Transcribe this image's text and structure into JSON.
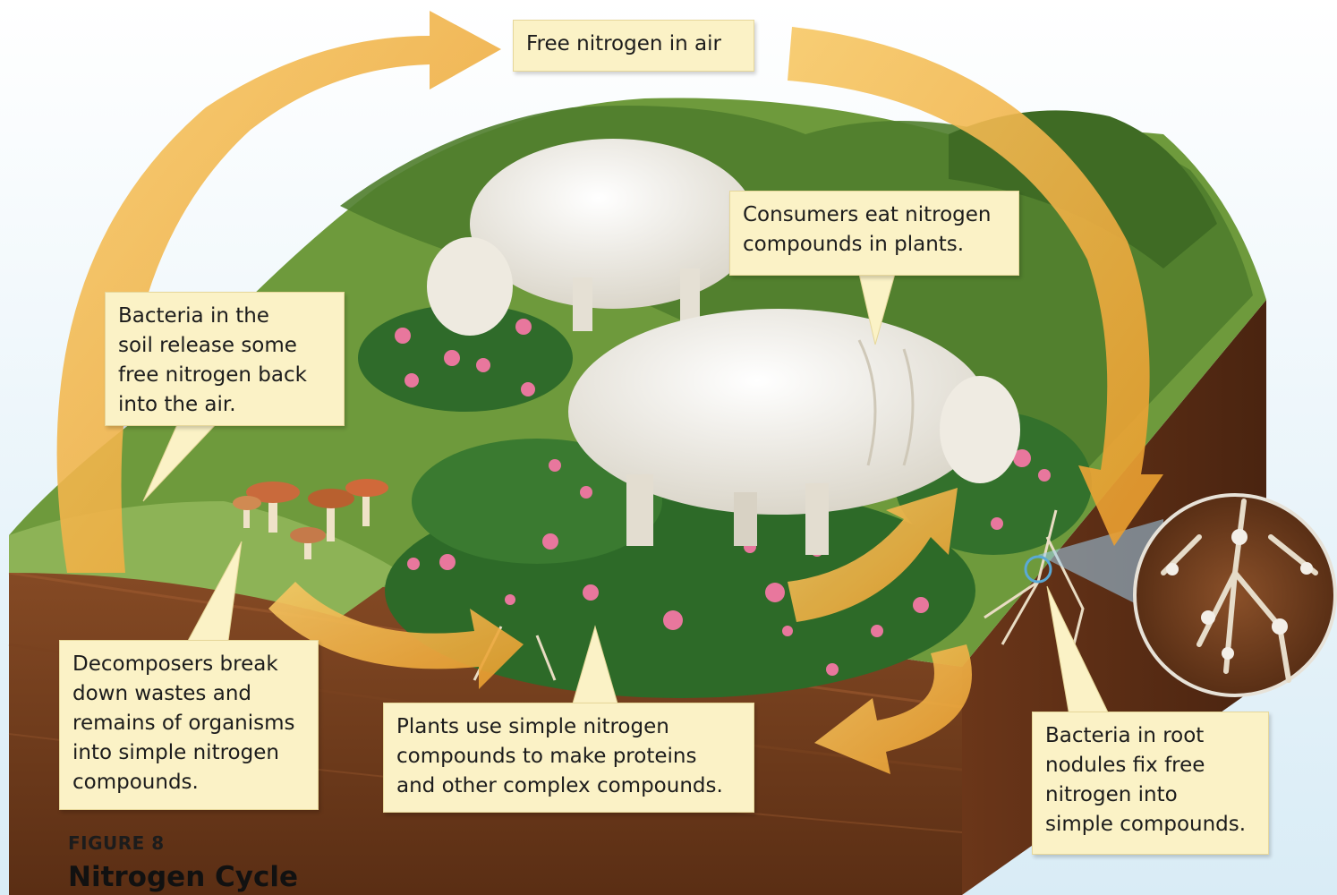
{
  "callouts": {
    "free_nitrogen": "Free nitrogen in air",
    "consumers": "Consumers eat nitrogen\ncompounds in plants.",
    "bacteria_soil": "Bacteria in the\nsoil release some\nfree nitrogen back\ninto the air.",
    "decomposers": "Decomposers break\ndown wastes and\nremains of organisms\ninto simple nitrogen\ncompounds.",
    "plants": "Plants use simple nitrogen\ncompounds to make proteins\nand other complex compounds.",
    "root_nodules": "Bacteria in root\nnodules fix free\nnitrogen into\nsimple compounds."
  },
  "figure": {
    "label": "FIGURE 8",
    "title": "Nitrogen Cycle"
  },
  "colors": {
    "arrow": "#f2b54a",
    "callout_bg": "#fbf2c6",
    "soil": "#6e3a1c",
    "grass": "#5f8a34",
    "clover": "#2f6b2a",
    "sheep": "#f1efe9",
    "magnifier": "#5aa9d6"
  }
}
